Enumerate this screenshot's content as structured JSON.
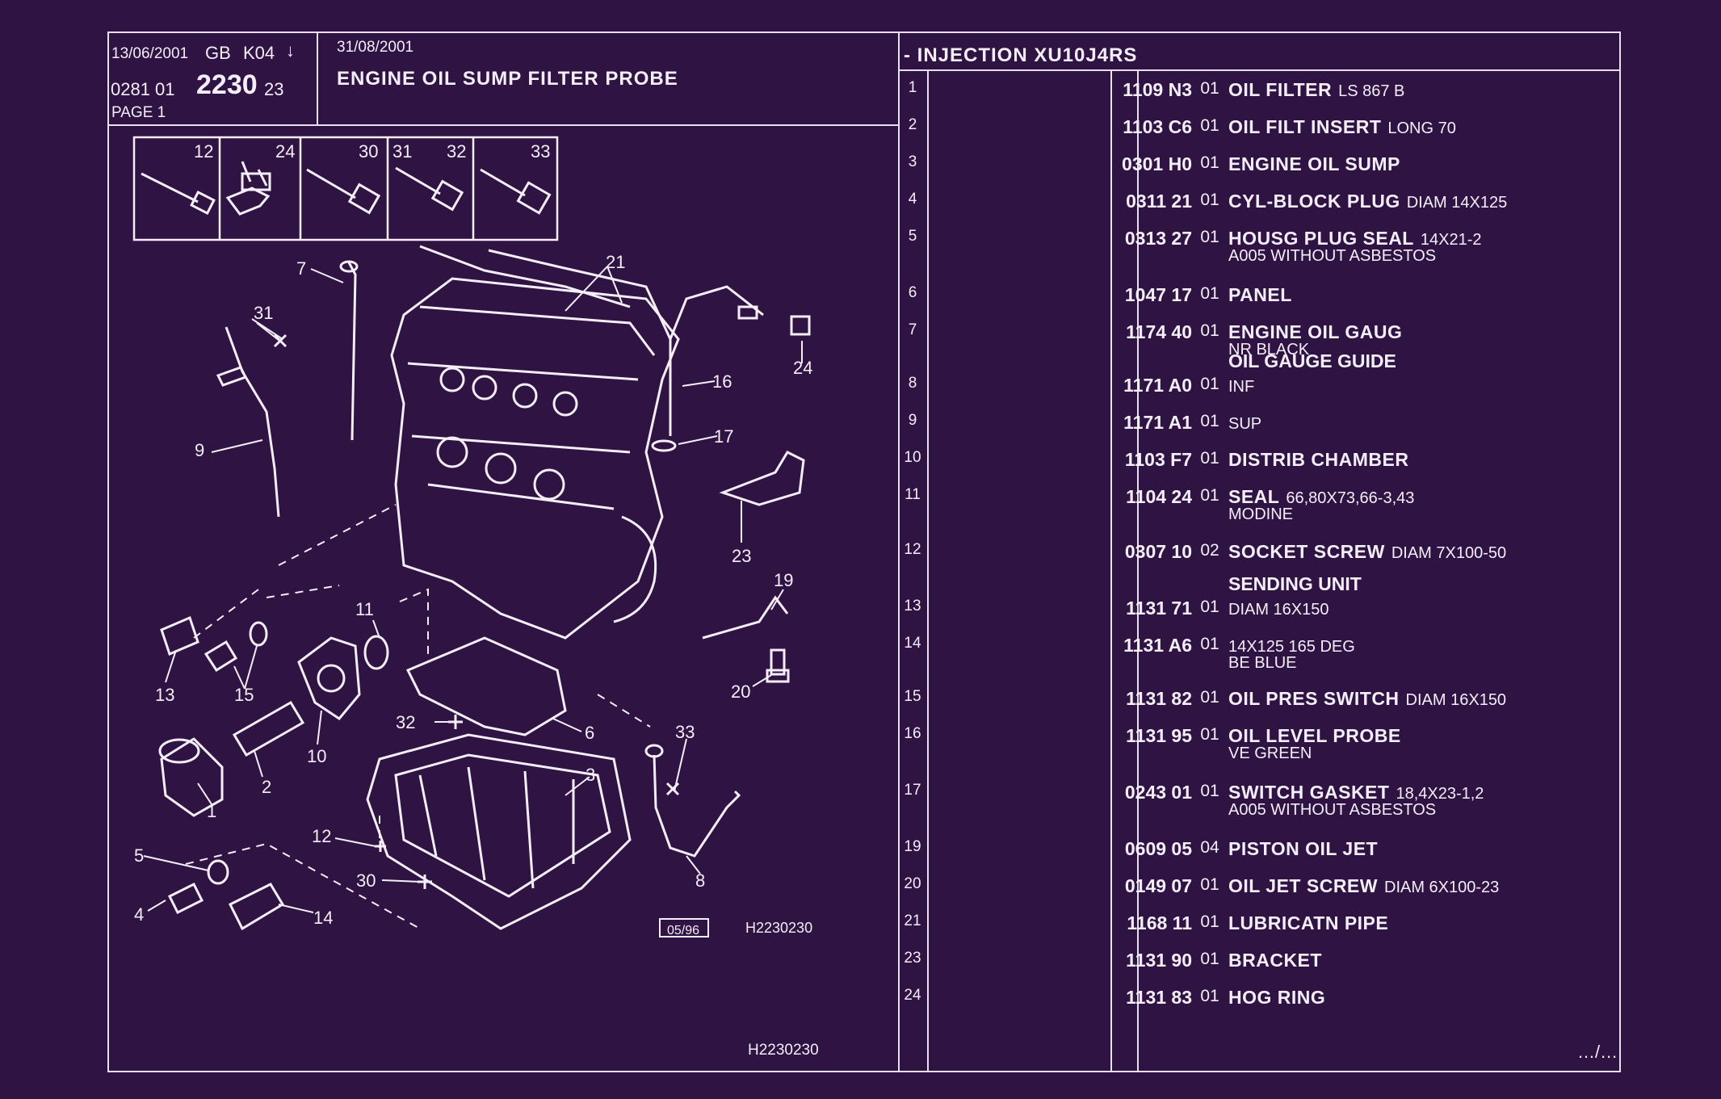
{
  "header": {
    "date1": "13/06/2001",
    "lang": "GB",
    "code": "K04",
    "arrow": "↓",
    "ref_prefix": "0281  01",
    "ref_main": "2230",
    "ref_suffix": "23",
    "page": "PAGE  1",
    "date2": "31/08/2001",
    "title": "ENGINE OIL SUMP FILTER PROBE",
    "injection": "- INJECTION XU10J4RS"
  },
  "diagram": {
    "thumb_labels": [
      "12",
      "24",
      "30",
      "31",
      "32",
      "33"
    ],
    "callouts": [
      "1",
      "2",
      "3",
      "4",
      "5",
      "6",
      "7",
      "8",
      "9",
      "10",
      "11",
      "12",
      "13",
      "14",
      "15",
      "16",
      "17",
      "19",
      "20",
      "21",
      "23",
      "24",
      "30",
      "31",
      "32",
      "33"
    ],
    "stamp": "05/96",
    "ref_code": "H2230230",
    "footer_code": "H2230230"
  },
  "parts": [
    {
      "n": "1",
      "ref": "1109 N3",
      "qty": "01",
      "name": "OIL FILTER",
      "extra": "LS 867 B",
      "line2": ""
    },
    {
      "n": "2",
      "ref": "1103 C6",
      "qty": "01",
      "name": "OIL FILT INSERT",
      "extra": "LONG 70",
      "line2": ""
    },
    {
      "n": "3",
      "ref": "0301 H0",
      "qty": "01",
      "name": "ENGINE OIL SUMP",
      "extra": "",
      "line2": ""
    },
    {
      "n": "4",
      "ref": "0311 21",
      "qty": "01",
      "name": "CYL-BLOCK PLUG",
      "extra": "DIAM 14X125",
      "line2": ""
    },
    {
      "n": "5",
      "ref": "0313 27",
      "qty": "01",
      "name": "HOUSG PLUG SEAL",
      "extra": "14X21-2",
      "line2": "A005 WITHOUT ASBESTOS"
    },
    {
      "n": "6",
      "ref": "1047 17",
      "qty": "01",
      "name": "PANEL",
      "extra": "",
      "line2": ""
    },
    {
      "n": "7",
      "ref": "1174 40",
      "qty": "01",
      "name": "ENGINE OIL GAUG",
      "extra": "",
      "line2": "NR BLACK"
    },
    {
      "n": "8",
      "ref": "1171 A0",
      "qty": "01",
      "name": "",
      "extra": "",
      "line2": "",
      "pre": "OIL GAUGE GUIDE",
      "plain": "INF"
    },
    {
      "n": "9",
      "ref": "1171 A1",
      "qty": "01",
      "name": "",
      "extra": "",
      "line2": "",
      "plain": "SUP"
    },
    {
      "n": "10",
      "ref": "1103 F7",
      "qty": "01",
      "name": "DISTRIB CHAMBER",
      "extra": "",
      "line2": ""
    },
    {
      "n": "11",
      "ref": "1104 24",
      "qty": "01",
      "name": "SEAL",
      "extra": "66,80X73,66-3,43",
      "line2": "MODINE"
    },
    {
      "n": "12",
      "ref": "0307 10",
      "qty": "02",
      "name": "SOCKET SCREW",
      "extra": "DIAM 7X100-50",
      "line2": ""
    },
    {
      "n": "13",
      "ref": "1131 71",
      "qty": "01",
      "name": "",
      "extra": "",
      "line2": "",
      "pre": "SENDING UNIT",
      "plain": "DIAM 16X150"
    },
    {
      "n": "14",
      "ref": "1131 A6",
      "qty": "01",
      "name": "",
      "extra": "",
      "line2": "BE BLUE",
      "plain": "14X125 165 DEG"
    },
    {
      "n": "15",
      "ref": "1131 82",
      "qty": "01",
      "name": "OIL PRES SWITCH",
      "extra": "DIAM 16X150",
      "line2": ""
    },
    {
      "n": "16",
      "ref": "1131 95",
      "qty": "01",
      "name": "OIL LEVEL PROBE",
      "extra": "",
      "line2": "VE GREEN"
    },
    {
      "n": "17",
      "ref": "0243 01",
      "qty": "01",
      "name": "SWITCH GASKET",
      "extra": "18,4X23-1,2",
      "line2": "A005 WITHOUT ASBESTOS"
    },
    {
      "n": "19",
      "ref": "0609 05",
      "qty": "04",
      "name": "PISTON OIL JET",
      "extra": "",
      "line2": ""
    },
    {
      "n": "20",
      "ref": "0149 07",
      "qty": "01",
      "name": "OIL JET SCREW",
      "extra": "DIAM 6X100-23",
      "line2": ""
    },
    {
      "n": "21",
      "ref": "1168 11",
      "qty": "01",
      "name": "LUBRICATN PIPE",
      "extra": "",
      "line2": ""
    },
    {
      "n": "23",
      "ref": "1131 90",
      "qty": "01",
      "name": "BRACKET",
      "extra": "",
      "line2": ""
    },
    {
      "n": "24",
      "ref": "1131 83",
      "qty": "01",
      "name": "HOG RING",
      "extra": "",
      "line2": ""
    }
  ],
  "continued": "…/…",
  "colors": {
    "background": "#2f1343",
    "ink": "#f4eef8"
  }
}
